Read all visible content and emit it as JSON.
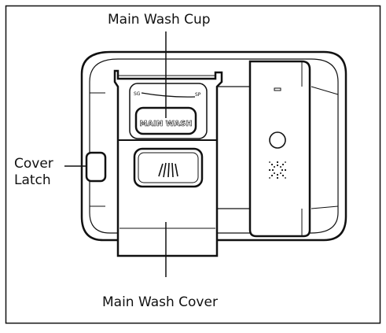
{
  "labels": {
    "main_wash_cup": "Main Wash Cup",
    "cover_latch_line1": "Cover",
    "cover_latch_line2": "Latch",
    "main_wash_cover": "Main Wash Cover"
  },
  "dial": {
    "text": "MAIN WASH",
    "left_mark": "SG",
    "right_mark": "SP"
  },
  "icons": [
    "detergent-cup-icon",
    "dispensing-spray-icon",
    "sparkle-dots-icon",
    "rinse-aid-indicator-icon"
  ],
  "colors": {
    "line": "#111111",
    "fill": "#ffffff"
  }
}
